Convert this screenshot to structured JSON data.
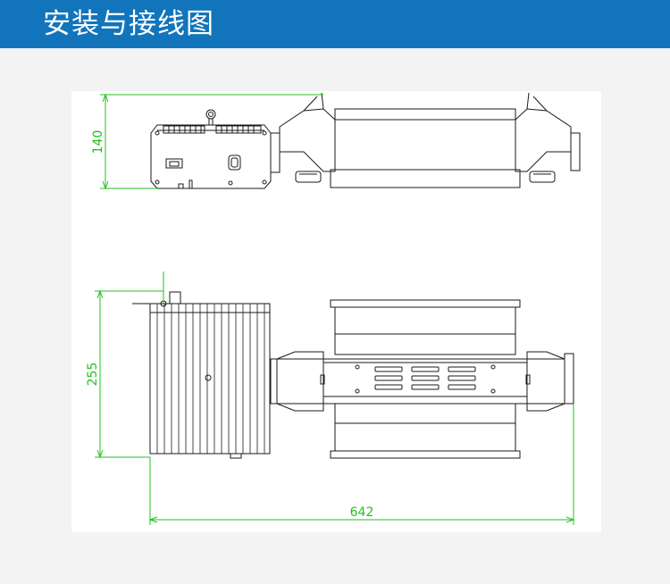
{
  "header": {
    "title": "安装与接线图",
    "background_color": "#1275bb"
  },
  "drawing": {
    "line_color": "#1a1a1a",
    "dimension_color": "#21c21c",
    "dimensions": {
      "height_top": "140",
      "height_bottom": "255",
      "total_length": "642"
    }
  }
}
